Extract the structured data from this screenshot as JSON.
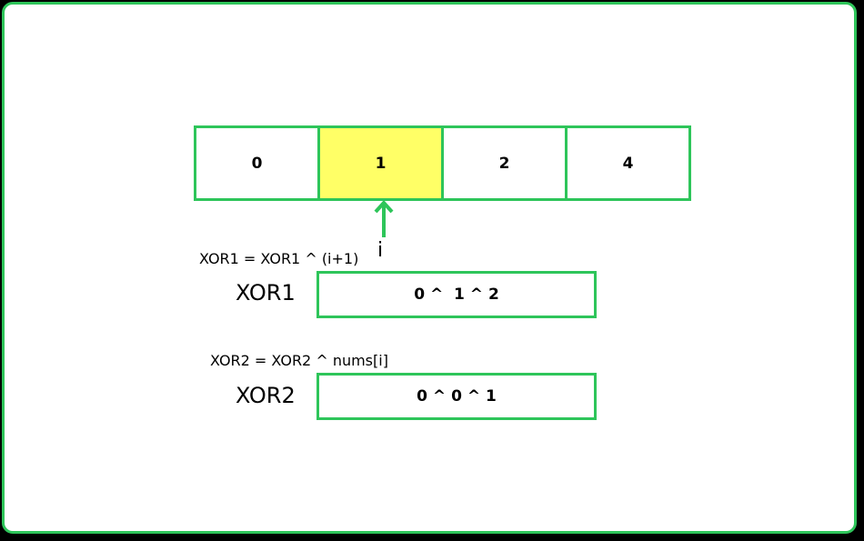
{
  "colors": {
    "border": "#2ec55a",
    "highlight": "#ffff66",
    "arrow": "#2ec55a"
  },
  "array": {
    "cells": [
      "0",
      "1",
      "2",
      "4"
    ],
    "highlighted_index": 1
  },
  "pointer": {
    "label": "i",
    "icon": "arrow-up-icon"
  },
  "xor1": {
    "formula": "XOR1 = XOR1 ^ (i+1)",
    "label": "XOR1",
    "value": "0 ^  1 ^ 2"
  },
  "xor2": {
    "formula": "XOR2 = XOR2 ^ nums[i]",
    "label": "XOR2",
    "value": "0 ^ 0 ^ 1"
  }
}
